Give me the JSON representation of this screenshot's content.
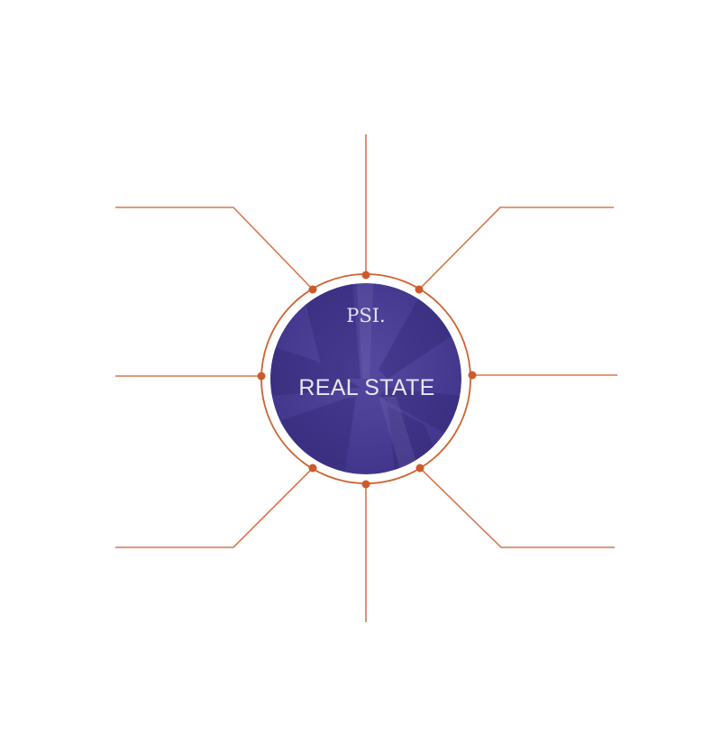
{
  "center": {
    "title": "REAL STATE",
    "logo_text": "PSI."
  },
  "colors": {
    "line": "#d9764f",
    "dot": "#cd5a2b",
    "ring": "#cf6331",
    "disc": "#4b3f94",
    "disc_dark": "#3a2f7e",
    "disc_light": "#6257a6"
  },
  "branches": [
    {
      "id": "top",
      "label": ""
    },
    {
      "id": "top-right",
      "label": ""
    },
    {
      "id": "right",
      "label": ""
    },
    {
      "id": "bottom-right",
      "label": ""
    },
    {
      "id": "bottom",
      "label": ""
    },
    {
      "id": "bottom-left",
      "label": ""
    },
    {
      "id": "left",
      "label": ""
    },
    {
      "id": "top-left",
      "label": ""
    }
  ]
}
